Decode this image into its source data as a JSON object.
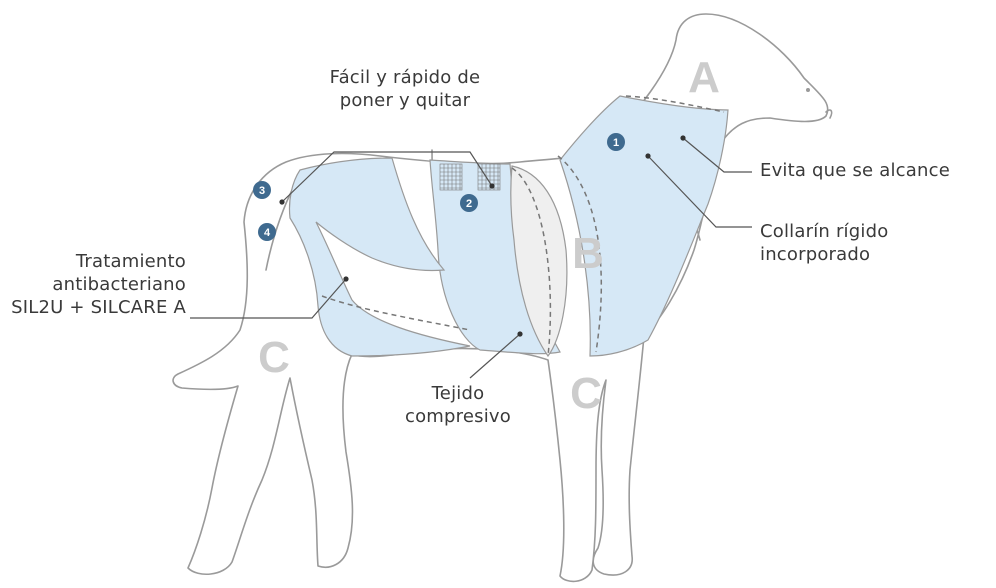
{
  "callouts": {
    "easy": [
      "Fácil y rápido de",
      "poner y quitar"
    ],
    "reach": [
      "Evita que se alcance"
    ],
    "collar": [
      "Collarín rígido",
      "incorporado"
    ],
    "treatment": [
      "Tratamiento",
      "antibacteriano",
      "SIL2U + SILCARE A"
    ],
    "fabric": [
      "Tejido",
      "compresivo"
    ]
  },
  "zones": {
    "a": "A",
    "b": "B",
    "c_tail": "C",
    "c_leg": "C"
  },
  "markers": [
    "1",
    "2",
    "3",
    "4"
  ],
  "colors": {
    "garment_fill": "#d6e8f6",
    "outline": "#9a9a9a",
    "zone_letter": "#cccccc",
    "marker_fill": "#3f6a8f",
    "leader": "#555555",
    "text": "#3a3a3a"
  }
}
